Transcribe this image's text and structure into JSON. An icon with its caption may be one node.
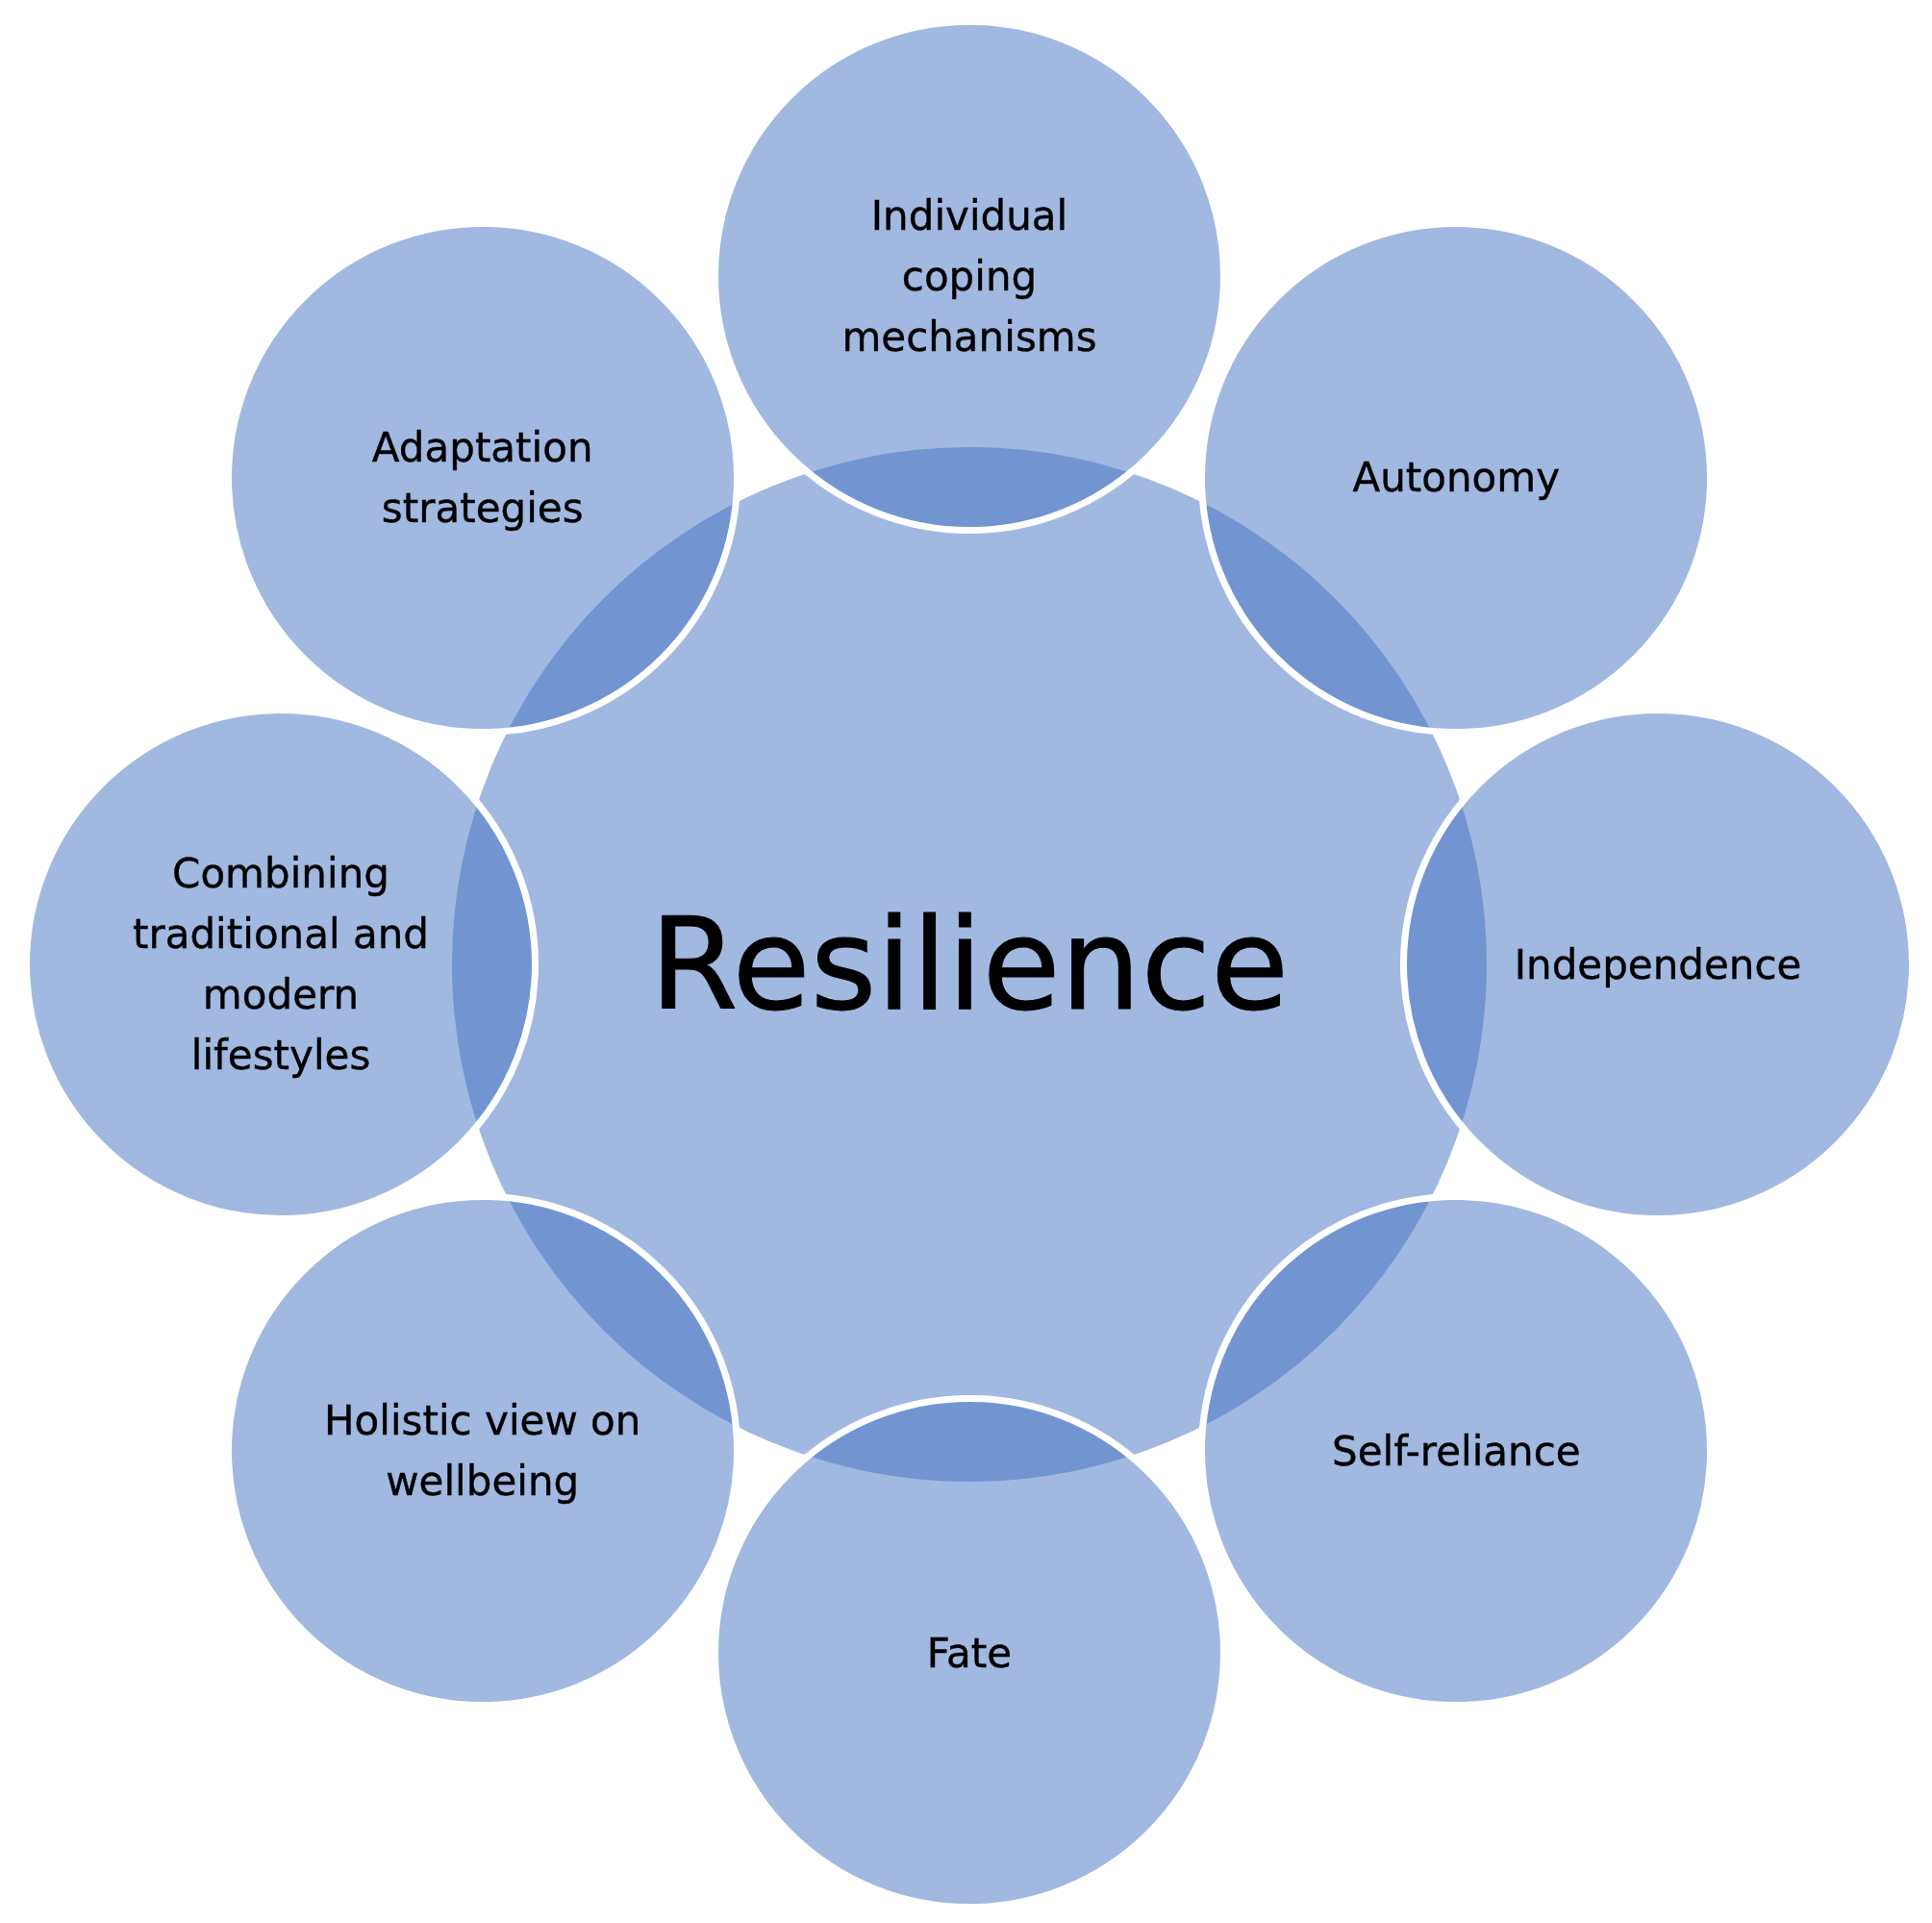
{
  "diagram": {
    "nodes": [
      {
        "text": [
          "Resilience"
        ]
      },
      {
        "text": [
          "Individual coping mechanisms"
        ]
      },
      {
        "text": [
          "Autonomy"
        ]
      },
      {
        "text": [
          "Independence"
        ]
      },
      {
        "text": [
          "Self-reliance"
        ]
      },
      {
        "text": [
          "Fate"
        ]
      },
      {
        "text": [
          "Holistic view on wellbeing"
        ]
      },
      {
        "text": [
          "Combining traditional and modern lifestyles"
        ]
      },
      {
        "text": [
          "Adaptation strategies"
        ]
      }
    ]
  }
}
